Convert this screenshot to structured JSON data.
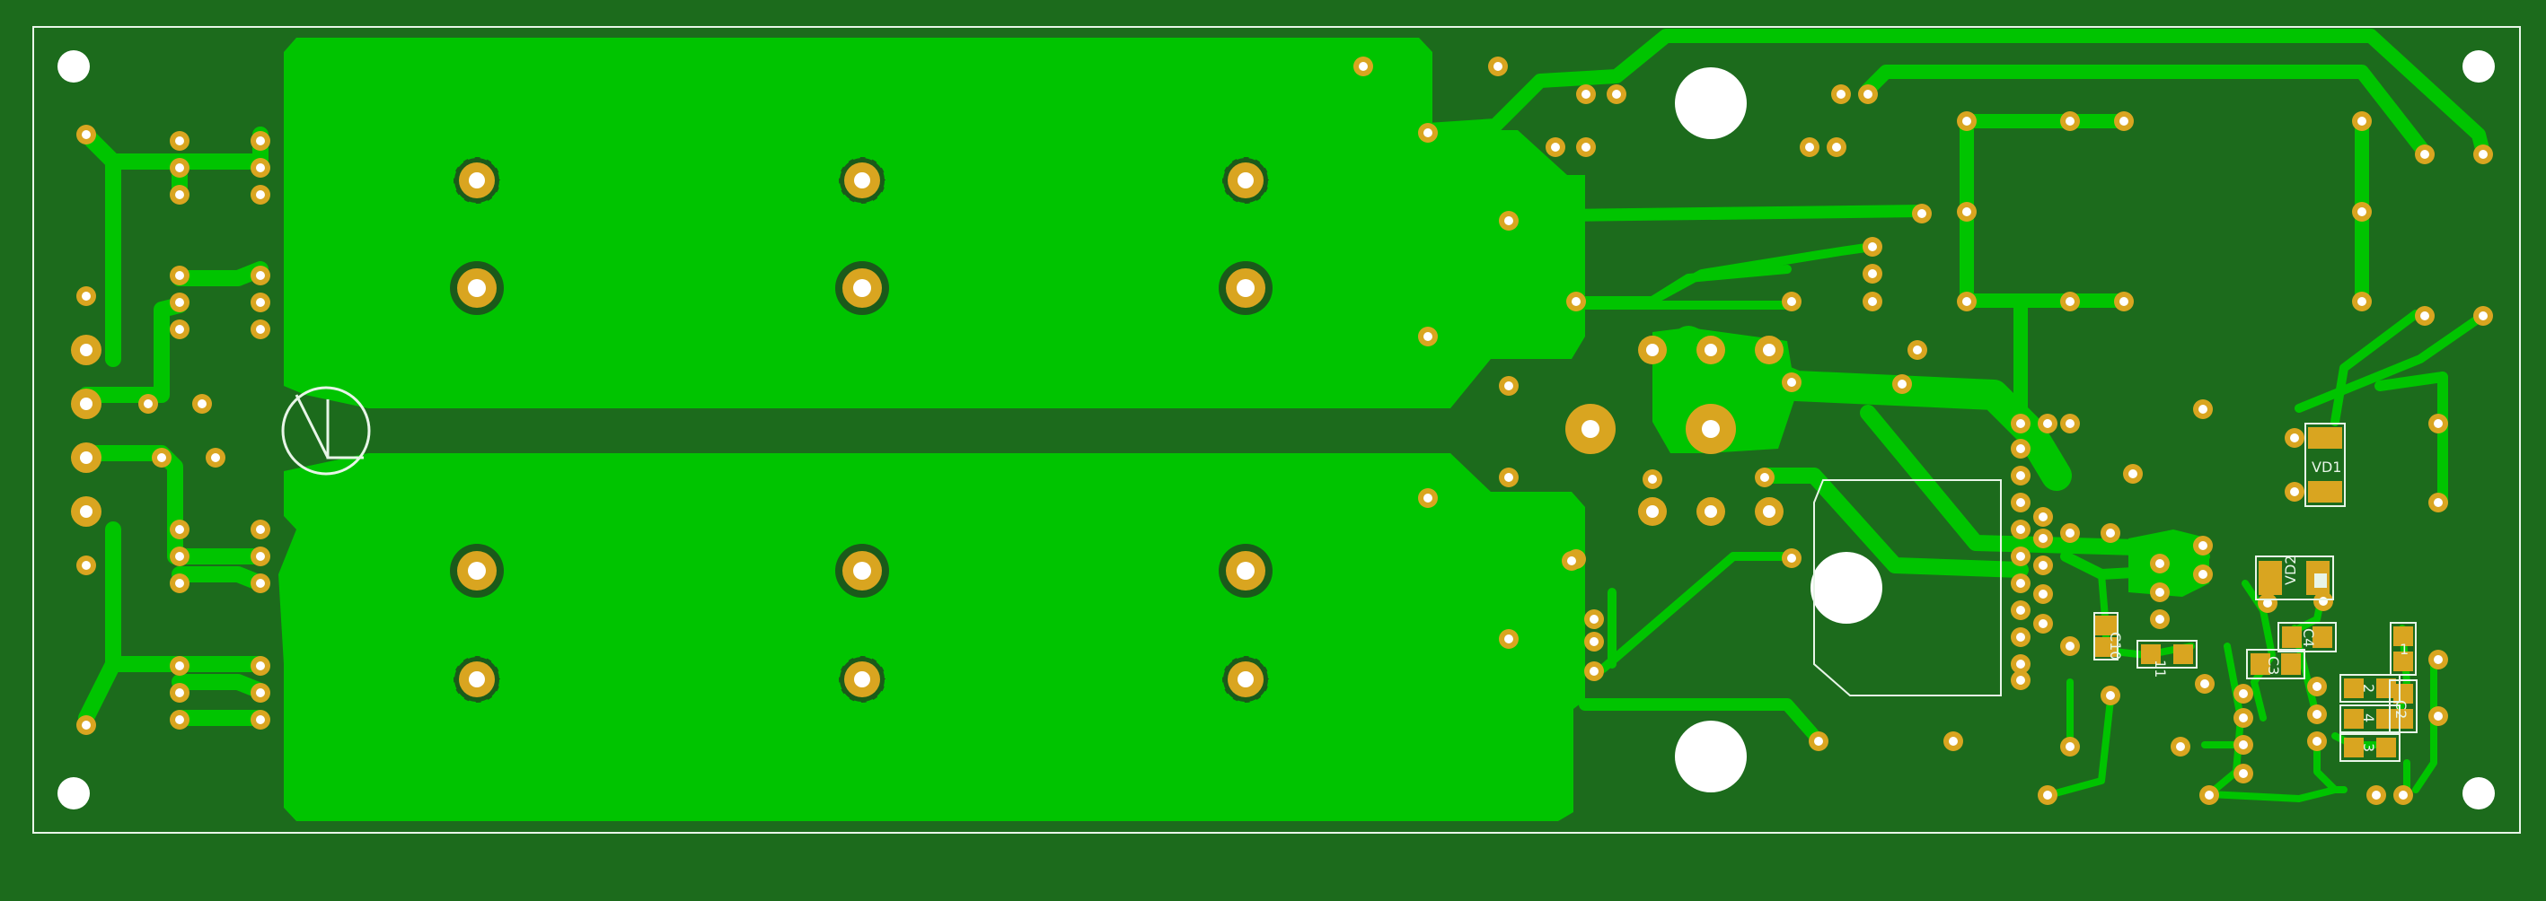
{
  "board": {
    "colors": {
      "substrate": "#1c6b1c",
      "copper_pour": "#00c400",
      "trace": "#00c400",
      "pad": "#d9a520",
      "drill": "#ffffff",
      "silkscreen": "#e8f5e8",
      "ring_dark": "#1a5a1a"
    }
  },
  "labels": {
    "vd1": "VD1",
    "vd2": "VD2",
    "c3": "C3",
    "c4": "C4",
    "c10": "C10",
    "r11": "11",
    "r1": "1",
    "r2": "2",
    "r3": "3",
    "r4": "4",
    "c2": "C2"
  }
}
